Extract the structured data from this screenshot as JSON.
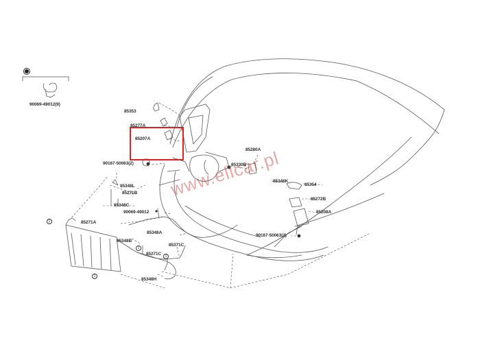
{
  "watermark": "www.ellcar.pl",
  "badge_number": "1",
  "legend_part": "90069-49012(9)",
  "parts": {
    "p85353": "85353",
    "p85277A": "85277A",
    "p85207A": "85207A",
    "p90167_50063_2_left": "90167-50063(2)",
    "p85348L": "85348L",
    "p85271B": "85271B",
    "p85348C": "85348C",
    "p90069_49012": "90069-49012",
    "p85271A": "85271A",
    "p85348A": "85348A",
    "p85348B": "85348B",
    "p85371C": "85371C",
    "p85271C": "85271C",
    "p85348H": "85348H",
    "p85330B": "85330B",
    "p85280A": "85280A",
    "p85348K": "85348K",
    "p85354": "85354",
    "p85272B": "85272B",
    "p85208A": "85208A",
    "p90167_50063_2_right": "90167-50063(2)"
  },
  "callouts": [
    "1",
    "1",
    "1",
    "1"
  ]
}
